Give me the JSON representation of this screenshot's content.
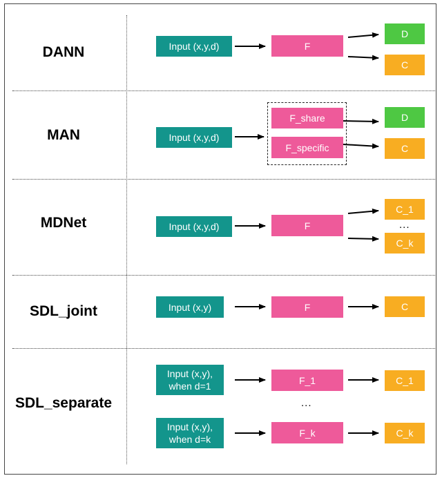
{
  "rows": [
    {
      "method": "DANN",
      "inputs": [
        "Input (x,y,d)"
      ],
      "features": [
        "F"
      ],
      "outputs": [
        "D",
        "C"
      ]
    },
    {
      "method": "MAN",
      "inputs": [
        "Input (x,y,d)"
      ],
      "features": [
        "F_share",
        "F_specific"
      ],
      "outputs": [
        "D",
        "C"
      ]
    },
    {
      "method": "MDNet",
      "inputs": [
        "Input (x,y,d)"
      ],
      "features": [
        "F"
      ],
      "outputs": [
        "C_1",
        "C_k"
      ],
      "ellipsis": "..."
    },
    {
      "method": "SDL_joint",
      "inputs": [
        "Input (x,y)"
      ],
      "features": [
        "F"
      ],
      "outputs": [
        "C"
      ]
    },
    {
      "method": "SDL_separate",
      "inputs": [
        "Input (x,y),\nwhen d=1",
        "Input (x,y),\nwhen d=k"
      ],
      "features": [
        "F_1",
        "F_k"
      ],
      "outputs": [
        "C_1",
        "C_k"
      ],
      "ellipsis": "..."
    }
  ],
  "colors": {
    "input": "#13958c",
    "feature": "#ee5a9a",
    "classifier": "#f8ad22",
    "discriminator": "#4ec843"
  }
}
